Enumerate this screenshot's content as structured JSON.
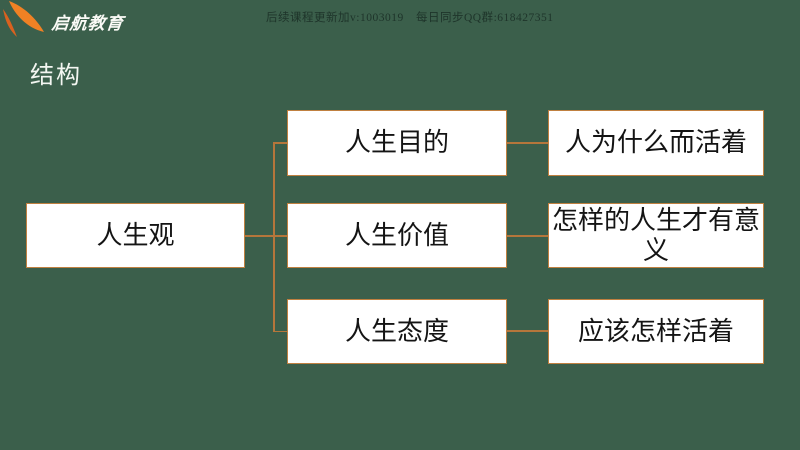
{
  "header": {
    "brand": "启航教育",
    "note1": "后续课程更新加v:1003019",
    "note2": "每日同步QQ群:618427351"
  },
  "title": "结构",
  "diagram": {
    "root": "人生观",
    "branches": [
      {
        "label": "人生目的",
        "desc": "人为什么而活着"
      },
      {
        "label": "人生价值",
        "desc": "怎样的人生才有意义"
      },
      {
        "label": "人生态度",
        "desc": "应该怎样活着"
      }
    ]
  },
  "colors": {
    "background": "#3B5F4B",
    "box_background": "#FFFFFF",
    "box_border": "#C08040",
    "connector_line": "#B5763B",
    "box_text": "#141414",
    "title_text": "#F3F6F1",
    "logo_orange": "#F08124",
    "logo_orange_dark": "#D9611F",
    "header_note_text": "#1E342A"
  }
}
